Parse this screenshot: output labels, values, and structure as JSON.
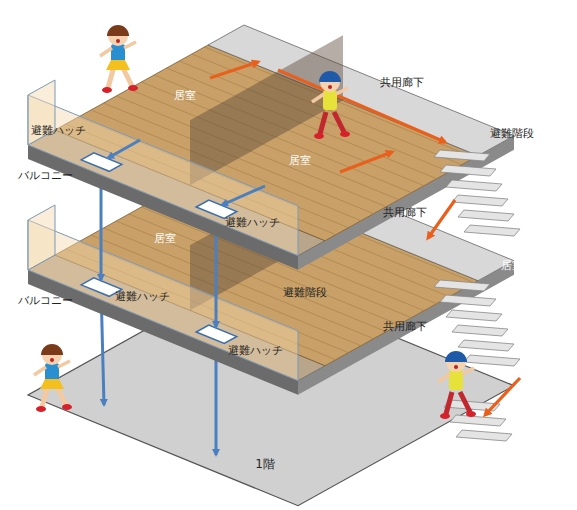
{
  "diagram": {
    "labels": [
      "居室",
      "居室",
      "共用廊下",
      "避難階段",
      "避難ハッチ",
      "バルコニー",
      "避難ハッチ",
      "居室",
      "共用廊下",
      "居室",
      "避難階段",
      "バルコニー",
      "避難ハッチ",
      "避難ハッチ",
      "共用廊下",
      "1階"
    ]
  }
}
